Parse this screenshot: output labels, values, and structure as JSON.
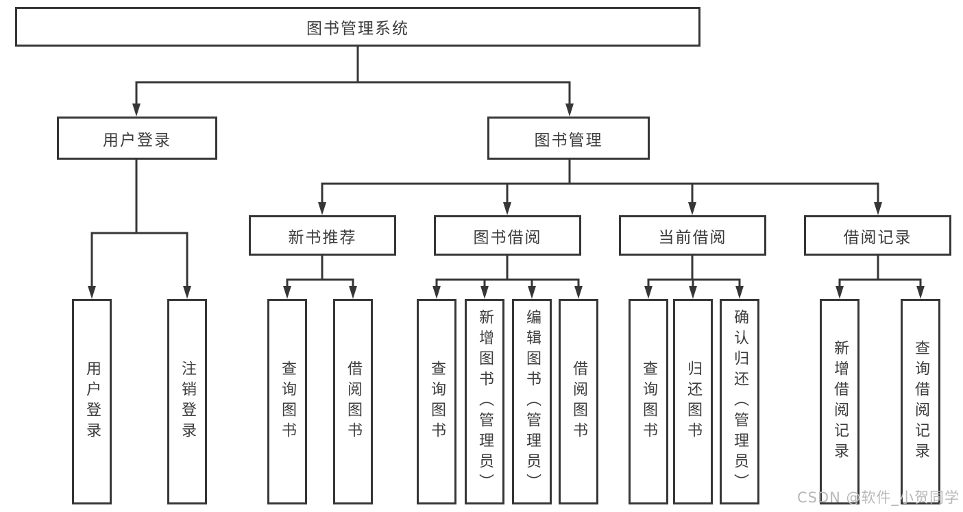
{
  "diagram": {
    "title": "图书管理系统",
    "level2": [
      {
        "label": "用户登录",
        "children": [
          "用户登录",
          "注销登录"
        ]
      },
      {
        "label": "图书管理",
        "sections": [
          {
            "label": "新书推荐",
            "children": [
              "查询图书",
              "借阅图书"
            ]
          },
          {
            "label": "图书借阅",
            "children": [
              "查询图书",
              "新增图书（管理员）",
              "编辑图书（管理员）",
              "借阅图书"
            ]
          },
          {
            "label": "当前借阅",
            "children": [
              "查询图书",
              "归还图书",
              "确认归还（管理员）"
            ]
          },
          {
            "label": "借阅记录",
            "children": [
              "新增借阅记录",
              "查询借阅记录"
            ]
          }
        ]
      }
    ]
  },
  "watermark": "CSDN @软件_小贺同学",
  "colors": {
    "line": "#363636",
    "text": "#3d3d3d",
    "watermark": "#b8b8b8",
    "background": "#ffffff"
  }
}
